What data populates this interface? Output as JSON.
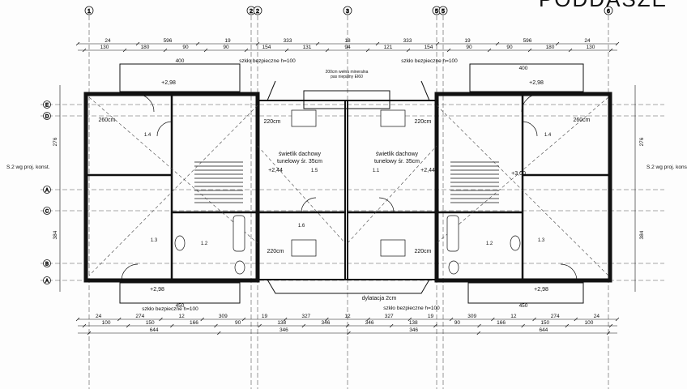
{
  "title": "PODDASZE",
  "axes_top": [
    "1",
    "2",
    "2",
    "3",
    "5",
    "5",
    "6"
  ],
  "axes_side": [
    "E",
    "D",
    "A",
    "C",
    "B",
    "A"
  ],
  "dims_top_row1": [
    "24",
    "596",
    "19",
    "333",
    "18",
    "333",
    "19",
    "596",
    "24"
  ],
  "dims_top_row2": [
    "130",
    "180",
    "90",
    "90",
    "154",
    "131",
    "94",
    "121",
    "154",
    "90",
    "90",
    "180",
    "130"
  ],
  "dims_bottom_row1": [
    "24",
    "274",
    "12",
    "309",
    "19",
    "327",
    "12",
    "327",
    "19",
    "309",
    "12",
    "274",
    "24"
  ],
  "dims_bottom_row2": [
    "100",
    "150",
    "166",
    "90",
    "138",
    "346",
    "346",
    "138",
    "90",
    "166",
    "150",
    "100"
  ],
  "dims_bottom_row3": [
    "644",
    "346",
    "346",
    "644"
  ],
  "dims_left": [
    "276",
    "384"
  ],
  "dims_right": [
    "276",
    "384"
  ],
  "labels": {
    "glass_top": "szkło bezpieczne h=100",
    "glass_bottom": "szkło bezpieczne h=100",
    "wool": "200cm wełna mineralna",
    "wool2": "pas niepalny EI60",
    "skylight_l1": "świetlik dachowy",
    "skylight_l2": "tunelowy śr. 35cm",
    "skylight_r1": "świetlik dachowy",
    "skylight_r2": "tunelowy śr. 35cm",
    "height_220": "220cm",
    "height_260": "260cm",
    "dilatation": "dylatacja 2cm",
    "struct_l": "S.2 wg proj. konst.",
    "struct_r": "S.2 wg proj. konst.",
    "level_298": "+2,98",
    "level_244": "+2,44",
    "level_300": "+3,00",
    "w400": "400",
    "w450": "450"
  },
  "rooms": [
    "1.4",
    "1.3",
    "1.2",
    "1.5",
    "1.6",
    "1.1"
  ]
}
